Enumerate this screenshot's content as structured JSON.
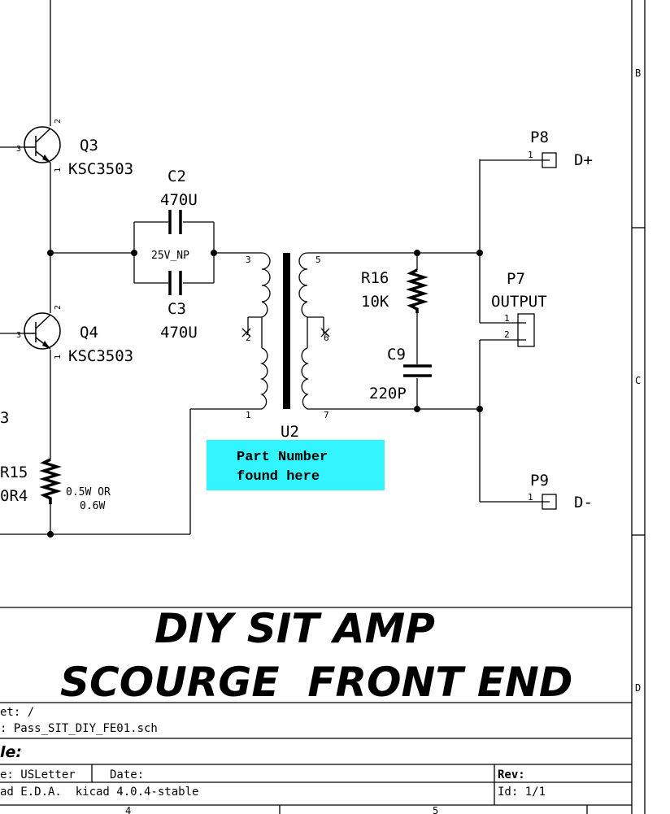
{
  "components": {
    "q3": {
      "ref": "Q3",
      "value": "KSC3503",
      "pin_b": "3",
      "pin_c": "2",
      "pin_e": "1"
    },
    "q4": {
      "ref": "Q4",
      "value": "KSC3503",
      "pin_b": "3",
      "pin_c": "2",
      "pin_e": "1"
    },
    "c2": {
      "ref": "C2",
      "value": "470U"
    },
    "c3": {
      "ref": "C3",
      "value": "470U"
    },
    "cap_rating": "25V_NP",
    "u2": {
      "ref": "U2",
      "pins": [
        "3",
        "2",
        "1",
        "5",
        "6",
        "7"
      ]
    },
    "r16": {
      "ref": "R16",
      "value": "10K"
    },
    "c9": {
      "ref": "C9",
      "value": "220P"
    },
    "r15": {
      "ref": "R15",
      "value": "0R4",
      "note1": "0.5W OR",
      "note2": "0.6W"
    },
    "p8": {
      "ref": "P8",
      "pin": "1",
      "net": "D+"
    },
    "p7": {
      "ref": "P7",
      "value": "OUTPUT",
      "pin1": "1",
      "pin2": "2"
    },
    "p9": {
      "ref": "P9",
      "pin": "1",
      "net": "D-"
    },
    "partial_ref": "3"
  },
  "annotation": {
    "line1": "Part Number",
    "line2": "found here",
    "color": "#33f5ff"
  },
  "title_block": {
    "title1": "DIY SIT AMP",
    "title2": "SCOURGE  FRONT END",
    "sheet": "et: /",
    "file": ": Pass_SIT_DIY_FE01.sch",
    "title_label": "le:",
    "size": "e: USLetter",
    "date": "Date:",
    "rev": "Rev:",
    "tool": "ad E.D.A.  kicad 4.0.4-stable",
    "id": "Id: 1/1"
  },
  "frame": {
    "row_b": "B",
    "row_c": "C",
    "row_d": "D",
    "col_4": "4",
    "col_5": "5"
  }
}
